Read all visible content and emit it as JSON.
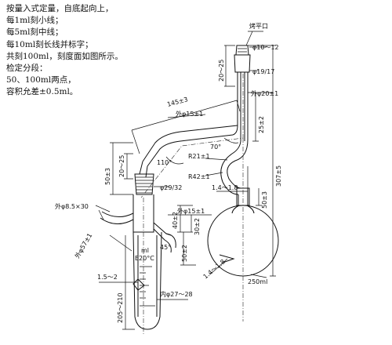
{
  "notes": [
    "按量入式定量，自底起向上，",
    "每1ml刻小线；",
    "每5ml刻中线；",
    "每10ml刻长线并标字；",
    "共刻100ml，刻度面如图所示。",
    "检定分段：",
    "50、100ml两点，",
    "容积允差±0.5ml。"
  ],
  "labels": {
    "flat_mouth": "烤平口",
    "phi_10_12": "φ10～12",
    "phi_19_17": "φ19/17",
    "phi_20": "外φ20±1",
    "d_20_25_top": "20～25",
    "d_25_2": "25±2",
    "d_307": "307±5",
    "d_145": "145±3",
    "phi_15_a": "外φ15±1",
    "ang_70": "70°",
    "ang_110": "110°",
    "r21": "R21±1",
    "r42": "R42±1",
    "d_50_3": "50±3",
    "d_20_25_left": "20～25",
    "phi_29_32": "φ29/32",
    "d_1418_a": "1.4～1.8",
    "d_50_a": "50±3",
    "d_40_2": "40±2",
    "phi_8_5": "外φ8.5×30",
    "phi_15_b": "外φ15±1",
    "d_30_2": "30±2",
    "phi_57": "外φ57±1",
    "d_50_b": "50±2",
    "ang_45": "45°",
    "ml": "ml",
    "e20": "E20°C",
    "d_1418_b": "1.4～1.8",
    "d_15_2": "1.5～2",
    "phi_27_28": "内φ27～28",
    "d_205_210": "205～210",
    "vol_250": "250ml"
  }
}
